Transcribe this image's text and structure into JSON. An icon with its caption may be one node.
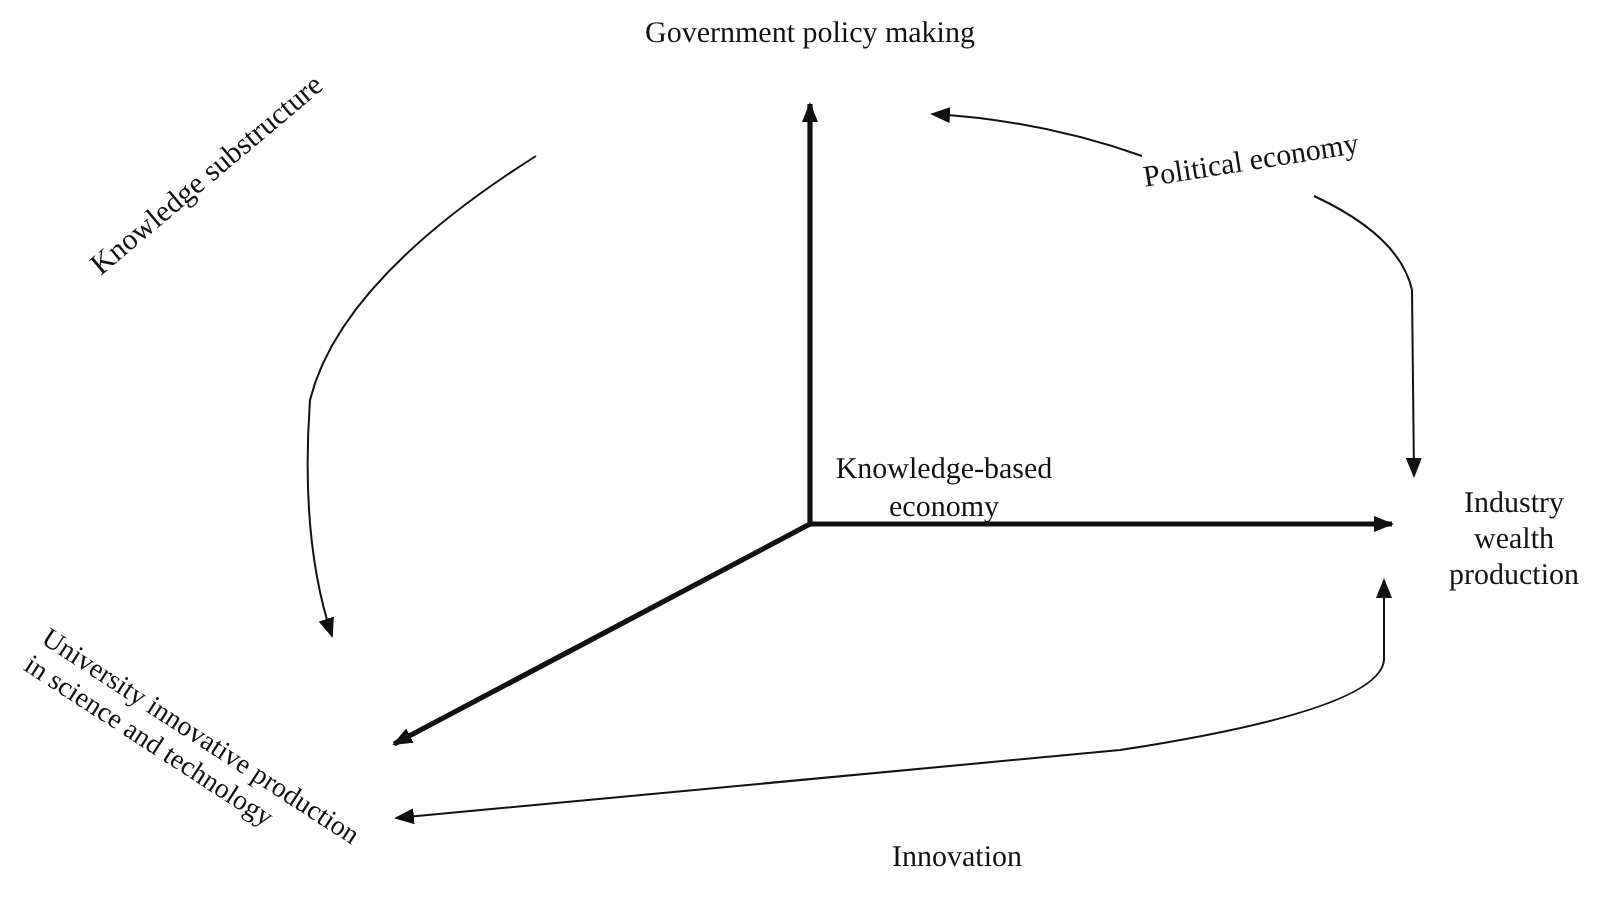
{
  "diagram": {
    "nodes": [
      {
        "text": [
          "Government policy making"
        ]
      },
      {
        "text": [
          "Industry wealth production"
        ]
      },
      {
        "text": [
          "University innovative production in science and technology"
        ]
      },
      {
        "text": [
          "Political economy"
        ]
      }
    ],
    "edges": [
      {
        "from": null,
        "to": 0,
        "arrow": "to",
        "style": "thick"
      },
      {
        "from": null,
        "to": 1,
        "arrow": "to",
        "style": "thick"
      },
      {
        "from": null,
        "to": 2,
        "arrow": "to",
        "style": "thick"
      },
      {
        "from": 3,
        "to": 0,
        "arrow": "to"
      },
      {
        "from": 3,
        "to": 1,
        "arrow": "to"
      },
      {
        "from": 0,
        "to": 2,
        "arrow": "to",
        "label": "Knowledge substructure"
      },
      {
        "from": 1,
        "to": 2,
        "arrow": "both",
        "label": "Innovation"
      }
    ],
    "labels": [
      "Knowledge-based economy"
    ]
  }
}
